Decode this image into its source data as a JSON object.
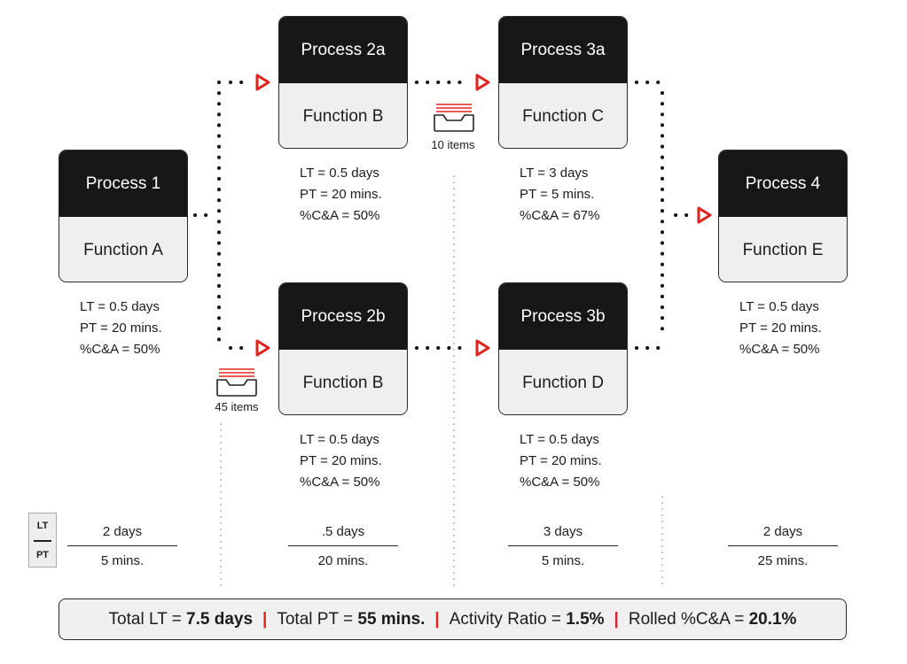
{
  "processes": {
    "p1": {
      "title": "Process 1",
      "function": "Function A",
      "lt": "LT = 0.5 days",
      "pt": "PT = 20 mins.",
      "ca": "%C&A = 50%"
    },
    "p2a": {
      "title": "Process 2a",
      "function": "Function B",
      "lt": "LT = 0.5 days",
      "pt": "PT = 20 mins.",
      "ca": "%C&A = 50%"
    },
    "p2b": {
      "title": "Process 2b",
      "function": "Function B",
      "lt": "LT = 0.5 days",
      "pt": "PT = 20 mins.",
      "ca": "%C&A = 50%"
    },
    "p3a": {
      "title": "Process 3a",
      "function": "Function C",
      "lt": "LT = 3 days",
      "pt": "PT = 5 mins.",
      "ca": "%C&A = 67%"
    },
    "p3b": {
      "title": "Process 3b",
      "function": "Function D",
      "lt": "LT = 0.5 days",
      "pt": "PT = 20 mins.",
      "ca": "%C&A = 50%"
    },
    "p4": {
      "title": "Process 4",
      "function": "Function E",
      "lt": "LT = 0.5 days",
      "pt": "PT = 20 mins.",
      "ca": "%C&A = 50%"
    }
  },
  "inventory": {
    "a": {
      "label": "10 items"
    },
    "b": {
      "label": "45 items"
    }
  },
  "timeline": {
    "legend": {
      "lt": "LT",
      "pt": "PT"
    },
    "segments": [
      {
        "lt": "2 days",
        "pt": "5 mins."
      },
      {
        "lt": ".5 days",
        "pt": "20 mins."
      },
      {
        "lt": "3 days",
        "pt": "5 mins."
      },
      {
        "lt": "2 days",
        "pt": "25 mins."
      }
    ]
  },
  "summary": {
    "total_lt_label": "Total LT = ",
    "total_lt_value": "7.5 days",
    "total_pt_label": "Total PT = ",
    "total_pt_value": "55 mins.",
    "activity_label": "Activity Ratio = ",
    "activity_value": "1.5%",
    "rolled_label": "Rolled %C&A = ",
    "rolled_value": "20.1%",
    "separator": "|"
  },
  "colors": {
    "accent": "#e0231c",
    "process_header": "#171717",
    "process_body": "#efefef"
  }
}
